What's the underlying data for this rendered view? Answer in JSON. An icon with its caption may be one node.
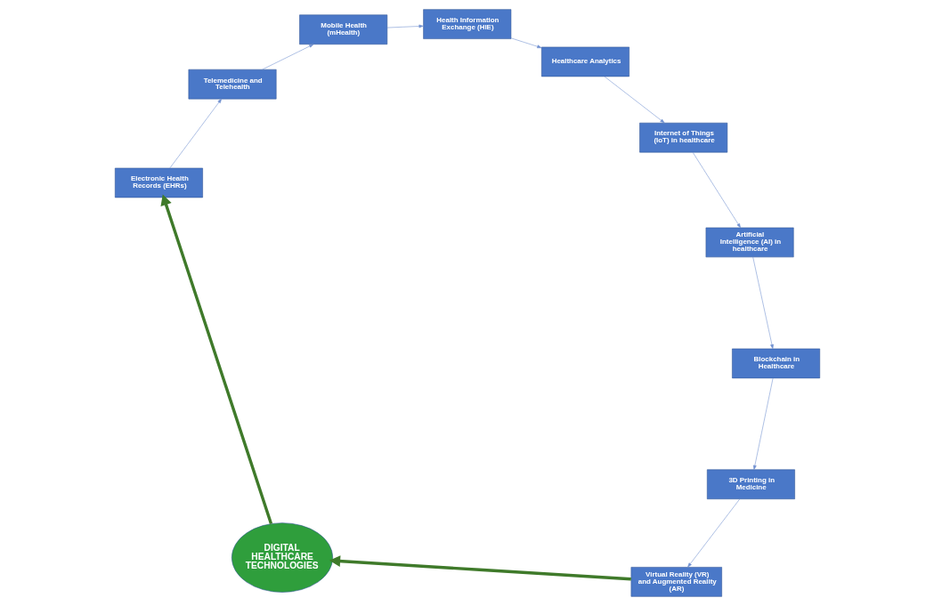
{
  "diagram": {
    "nodes": [
      {
        "text": [
          "DIGITAL HEALTHCARE TECHNOLOGIES"
        ]
      },
      {
        "text": [
          "Virtual Reality (VR) and Augmented Reality (AR)"
        ]
      },
      {
        "text": [
          "Electronic Health Records (EHRs)"
        ]
      },
      {
        "text": [
          "Telemedicine and Telehealth"
        ]
      },
      {
        "text": [
          "Mobile Health (mHealth)"
        ]
      },
      {
        "text": [
          "Health Information Exchange (HIE)"
        ]
      },
      {
        "text": [
          "Healthcare Analytics"
        ]
      },
      {
        "text": [
          "Internet of Things (IoT) in healthcare"
        ]
      },
      {
        "text": [
          "Artificial Intelligence (AI) in healthcare"
        ]
      },
      {
        "text": [
          "Blockchain in Healthcare"
        ]
      },
      {
        "text": [
          "3D Printing in Medicine"
        ]
      }
    ],
    "edges": [
      {
        "from": 1,
        "to": 0,
        "arrow": "to",
        "style": "thick",
        "color": "#3f7a2a"
      },
      {
        "from": 0,
        "to": 2,
        "arrow": "to",
        "style": "thick",
        "color": "#3f7a2a"
      },
      {
        "from": 2,
        "to": 3,
        "arrow": "to"
      },
      {
        "from": 3,
        "to": 4,
        "arrow": "to"
      },
      {
        "from": 4,
        "to": 5,
        "arrow": "to"
      },
      {
        "from": 5,
        "to": 6,
        "arrow": "to"
      },
      {
        "from": 6,
        "to": 7,
        "arrow": "to"
      },
      {
        "from": 7,
        "to": 8,
        "arrow": "to"
      },
      {
        "from": 8,
        "to": 9,
        "arrow": "to"
      },
      {
        "from": 9,
        "to": 10,
        "arrow": "to"
      },
      {
        "from": 10,
        "to": 1,
        "arrow": "to"
      }
    ]
  }
}
